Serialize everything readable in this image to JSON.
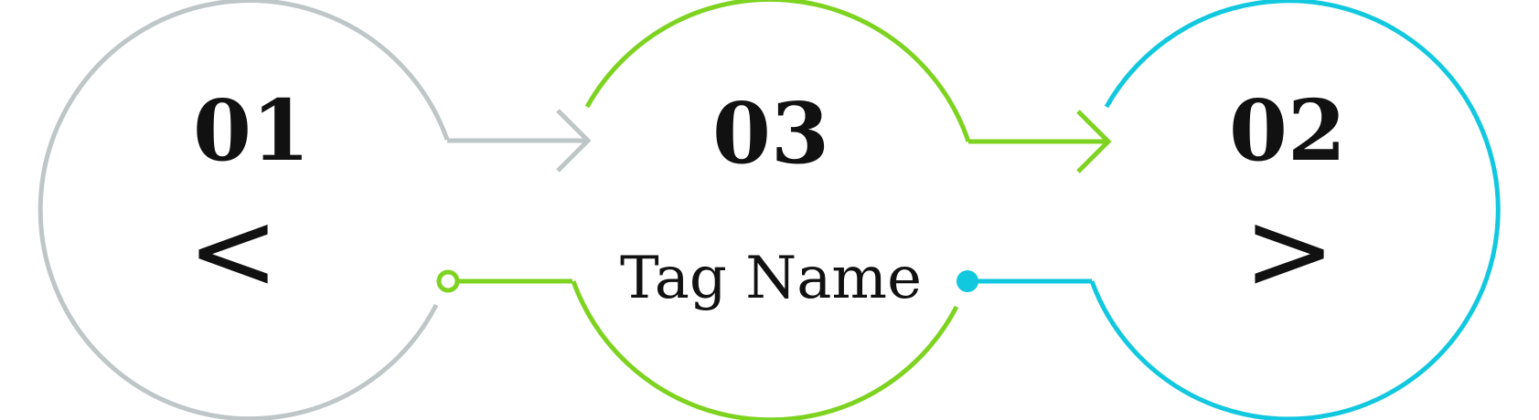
{
  "diagram": {
    "nodes": [
      {
        "number": "01",
        "symbol": "<",
        "color": "#bfc6c8"
      },
      {
        "number": "03",
        "label": "Tag Name",
        "color": "#7ed321"
      },
      {
        "number": "02",
        "symbol": ">",
        "color": "#12c8df"
      }
    ],
    "text_color": "#111111",
    "background": "#ffffff"
  }
}
